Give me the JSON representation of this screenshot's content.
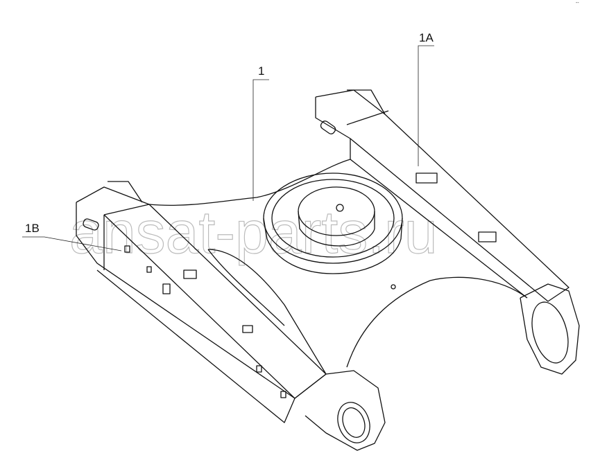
{
  "drawing": {
    "callouts": [
      {
        "id": "1",
        "label": "1"
      },
      {
        "id": "1A",
        "label": "1A"
      },
      {
        "id": "1B",
        "label": "1B"
      }
    ],
    "watermark": "ansat-parts.ru",
    "corner_mark": "--"
  }
}
